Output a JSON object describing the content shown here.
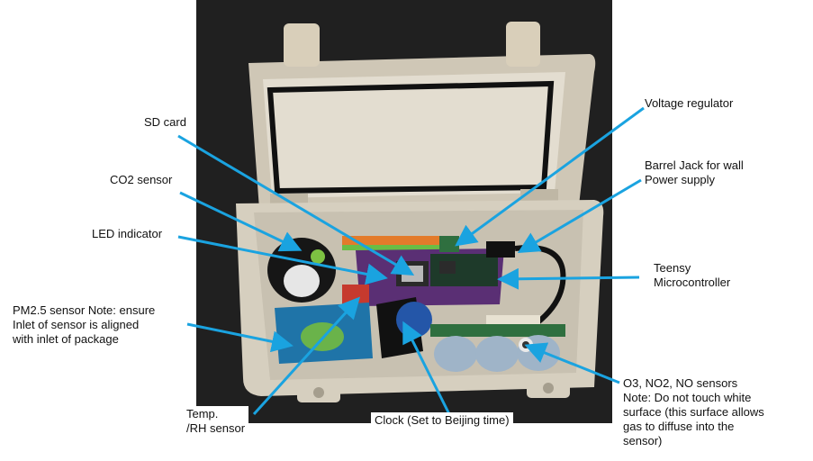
{
  "labels": {
    "sd_card": "SD card",
    "co2_sensor": "CO2 sensor",
    "led_indicator": "LED indicator",
    "pm25_sensor": "PM2.5 sensor Note: ensure\nInlet of sensor is aligned\nwith inlet of package",
    "temp_rh_sensor": "Temp.\n/RH sensor",
    "clock": "Clock (Set to Beijing time)",
    "voltage_regulator": "Voltage regulator",
    "barrel_jack": "Barrel Jack for wall\nPower supply",
    "teensy": "Teensy\nMicrocontroller",
    "gas_sensors": "O3, NO2, NO sensors\nNote: Do not touch white\nsurface (this surface allows\ngas to diffuse into the\nsensor)"
  },
  "colors": {
    "arrow": "#1aa3e0",
    "background_table": "#1d1d1d",
    "enclosure": "#d6cfbf"
  }
}
